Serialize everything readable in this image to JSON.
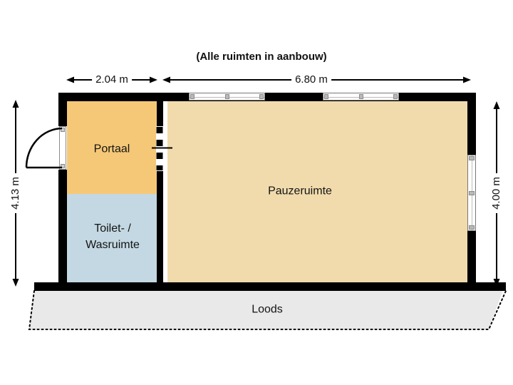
{
  "title": "(Alle ruimten in aanbouw)",
  "dimensions": {
    "portaal_width": "2.04 m",
    "pauzeruimte_width": "6.80 m",
    "left_height": "4.13 m",
    "right_height": "4.00 m"
  },
  "rooms": {
    "portaal": {
      "label": "Portaal",
      "color": "#f5c877"
    },
    "toilet": {
      "label_line1": "Toilet- /",
      "label_line2": "Wasruimte",
      "color": "#c3d8e2"
    },
    "pauzeruimte": {
      "label": "Pauzeruimte",
      "color": "#f1dbad"
    },
    "loods": {
      "label": "Loods",
      "color": "#e9e9e9"
    }
  },
  "colors": {
    "wall": "#000000",
    "background": "#ffffff",
    "window_frame": "#8a8a8a",
    "loods_fill": "#e9e9e9"
  }
}
